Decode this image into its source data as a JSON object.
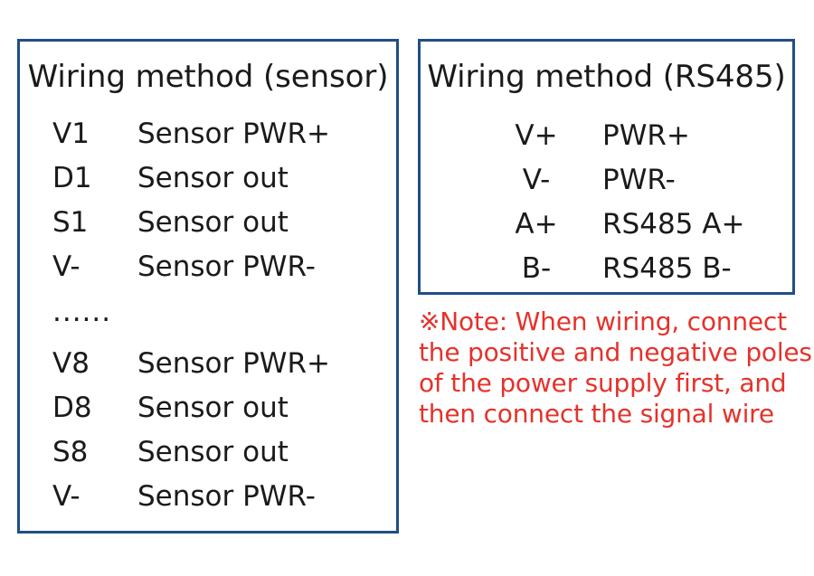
{
  "panels": [
    {
      "id": "sensor",
      "title": "Wiring method (sensor)",
      "border_color": "#1f4e87",
      "rows": [
        {
          "pin": "V1",
          "desc": "Sensor PWR+"
        },
        {
          "pin": "D1",
          "desc": "Sensor out"
        },
        {
          "pin": "S1",
          "desc": "Sensor out"
        },
        {
          "pin": "V-",
          "desc": "Sensor PWR-"
        }
      ],
      "ellipsis": "......",
      "rows2": [
        {
          "pin": "V8",
          "desc": "Sensor PWR+"
        },
        {
          "pin": "D8",
          "desc": "Sensor out"
        },
        {
          "pin": "S8",
          "desc": "Sensor out"
        },
        {
          "pin": "V-",
          "desc": "Sensor PWR-"
        }
      ]
    },
    {
      "id": "rs485",
      "title": "Wiring method (RS485)",
      "border_color": "#1f4e87",
      "rows": [
        {
          "pin": "V+",
          "desc": "PWR+"
        },
        {
          "pin": "V-",
          "desc": "PWR-"
        },
        {
          "pin": "A+",
          "desc": "RS485 A+"
        },
        {
          "pin": "B-",
          "desc": "RS485 B-"
        }
      ]
    }
  ],
  "note": {
    "color": "#e5322b",
    "lines": [
      "※Note: When wiring, connect",
      "the positive and negative poles",
      "of the power supply first, and",
      "then connect the signal wire"
    ]
  }
}
